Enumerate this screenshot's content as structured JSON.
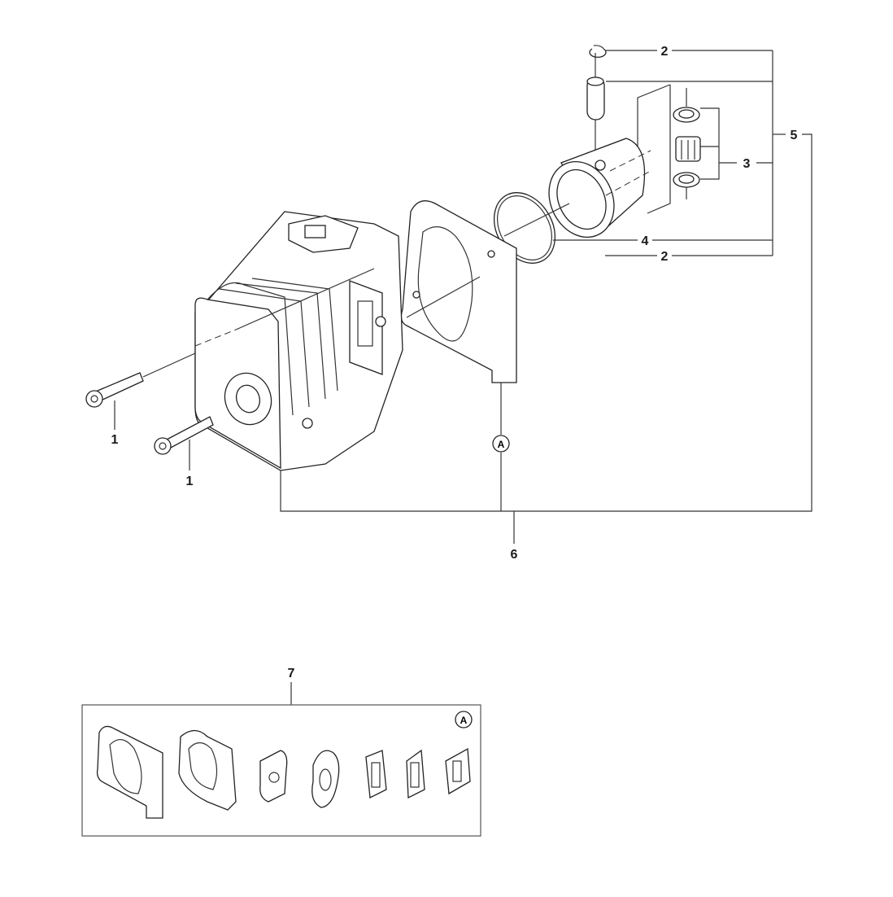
{
  "diagram": {
    "callouts": {
      "screw_a": "1",
      "screw_b": "1",
      "circlip_top": "2",
      "circlip_bottom": "2",
      "bearing_kit": "3",
      "piston_ring": "4",
      "piston_kit": "5",
      "cylinder_assembly": "6",
      "gasket_kit": "7"
    },
    "reference_marker": "A",
    "gasket_kit_marker": "A"
  }
}
